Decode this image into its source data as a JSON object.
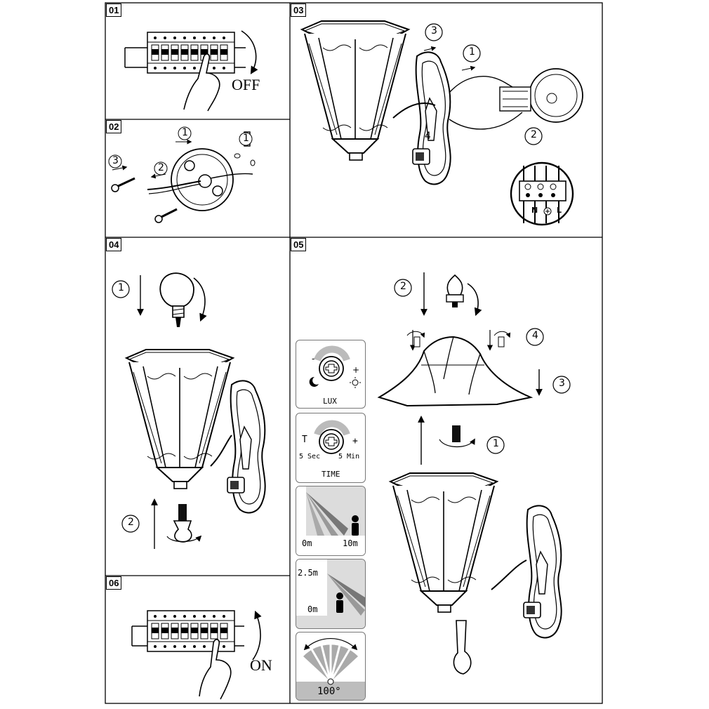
{
  "panels": [
    {
      "id": "01",
      "label": "01",
      "caption": "OFF"
    },
    {
      "id": "02",
      "label": "02"
    },
    {
      "id": "03",
      "label": "03"
    },
    {
      "id": "04",
      "label": "04"
    },
    {
      "id": "05",
      "label": "05"
    },
    {
      "id": "06",
      "label": "06",
      "caption": "ON"
    }
  ],
  "steps": {
    "one": "1",
    "two": "2",
    "three": "3",
    "four": "4"
  },
  "terminal": {
    "n": "N",
    "l": "L"
  },
  "sensor": {
    "lux": {
      "label": "LUX"
    },
    "time": {
      "label": "TIME",
      "minus": "T",
      "plus": "+",
      "min_value": "5 Sec",
      "max_value": "5 Min"
    },
    "range": {
      "near": "0m",
      "far": "10m"
    },
    "height": {
      "top": "2.5m",
      "bottom": "0m"
    },
    "angle": {
      "value": "100°"
    }
  }
}
